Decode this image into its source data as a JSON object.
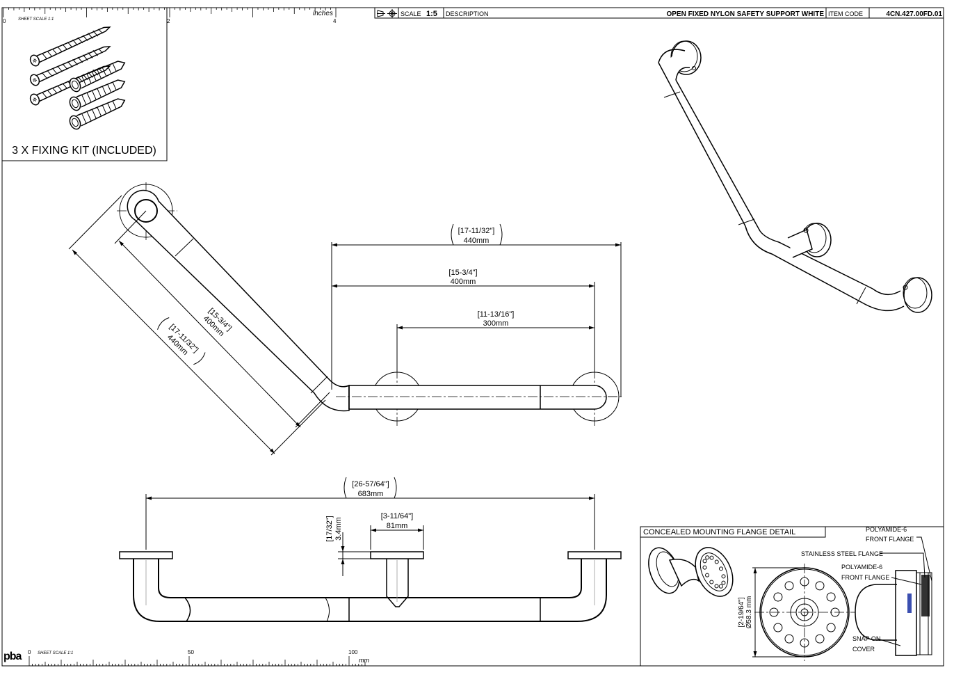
{
  "title_block": {
    "scale_label": "SCALE",
    "scale_value": "1:5",
    "description_label": "DESCRIPTION",
    "description": "OPEN FIXED NYLON SAFETY SUPPORT WHITE",
    "item_code_label": "ITEM CODE",
    "item_code": "4CN.427.00FD.01"
  },
  "top_ruler": {
    "unit": "inches",
    "sheet_scale": "SHEET SCALE 1:1",
    "ticks": [
      "0",
      "2",
      "4"
    ]
  },
  "bottom_ruler": {
    "unit": "mm",
    "sheet_scale": "SHEET SCALE 1:1",
    "ticks": [
      "0",
      "50",
      "100"
    ],
    "logo_text": "pba"
  },
  "fixing_kit": {
    "caption": "3 X FIXING KIT (INCLUDED)"
  },
  "dimensions": {
    "top_440_in": "[17-11/32\"]",
    "top_440_mm": "440mm",
    "top_400_in": "[15-3/4\"]",
    "top_400_mm": "400mm",
    "top_300_in": "[11-13/16\"]",
    "top_300_mm": "300mm",
    "diag_400_in": "[15-3/4\"]",
    "diag_400_mm": "400mm",
    "diag_440_in": "[17-11/32\"]",
    "diag_440_mm": "440mm",
    "front_683_in": "[26-57/64\"]",
    "front_683_mm": "683mm",
    "front_81_in": "[3-11/64\"]",
    "front_81_mm": "81mm",
    "front_34_in": "[17/32\"]",
    "front_34_mm": "3.4mm"
  },
  "flange_detail": {
    "title": "CONCEALED MOUNTING FLANGE DETAIL",
    "dia_in": "[2-19/64\"]",
    "dia_mm": "Ø58.3 mm",
    "label_polyamide_front_1a": "POLYAMIDE-6",
    "label_polyamide_front_1b": "FRONT FLANGE",
    "label_stainless": "STAINLESS STEEL FLANGE",
    "label_polyamide_front_2a": "POLYAMIDE-6",
    "label_polyamide_front_2b": "FRONT FLANGE",
    "label_snap_a": "SNAP ON",
    "label_snap_b": "COVER"
  }
}
